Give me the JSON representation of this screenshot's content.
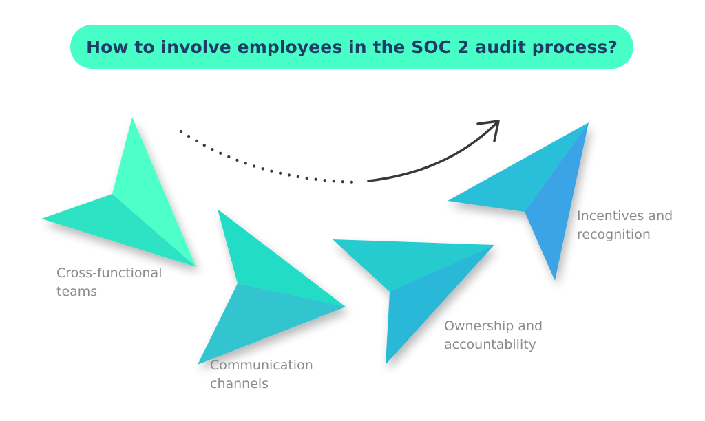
{
  "title": "How to involve employees in the SOC 2 audit process?",
  "steps": [
    {
      "line1": "Cross-functional",
      "line2": "teams",
      "icon": "paper-plane-icon"
    },
    {
      "line1": "Communication",
      "line2": "channels",
      "icon": "paper-plane-icon"
    },
    {
      "line1": "Ownership and",
      "line2": "accountability",
      "icon": "paper-plane-icon"
    },
    {
      "line1": "Incentives and",
      "line2": "recognition",
      "icon": "paper-plane-icon"
    }
  ],
  "colors": {
    "title_bg": "#47ffc6",
    "title_text": "#1f3b67",
    "plane_light": "#3ef2c4",
    "plane_mid": "#2ccfd0",
    "plane_blue": "#3aa6e6",
    "arrow": "#3a3a3a",
    "label": "#8a8a8a"
  }
}
